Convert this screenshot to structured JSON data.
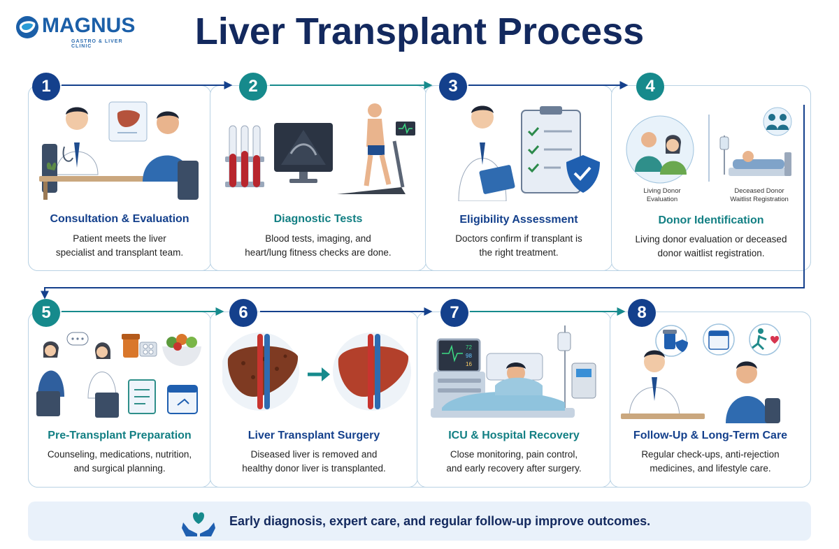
{
  "header": {
    "logo_name": "MAGNUS",
    "logo_subtitle": "GASTRO & LIVER CLINIC",
    "title": "Liver Transplant Process"
  },
  "steps": [
    {
      "number": "1",
      "title": "Consultation & Evaluation",
      "desc_lines": [
        "Patient meets the liver",
        "specialist and transplant team."
      ]
    },
    {
      "number": "2",
      "title": "Diagnostic Tests",
      "desc_lines": [
        "Blood tests, imaging, and",
        "heart/lung fitness checks are done."
      ]
    },
    {
      "number": "3",
      "title": "Eligibility Assessment",
      "desc_lines": [
        "Doctors confirm if transplant is",
        "the right treatment."
      ]
    },
    {
      "number": "4",
      "title": "Donor Identification",
      "desc_lines": [
        "Living donor evaluation or deceased",
        "donor waitlist registration."
      ],
      "sub_labels": [
        {
          "lines": [
            "Living Donor",
            "Evaluation"
          ]
        },
        {
          "lines": [
            "Deceased Donor",
            "Waitlist Registration"
          ]
        }
      ]
    },
    {
      "number": "5",
      "title": "Pre-Transplant Preparation",
      "desc_lines": [
        "Counseling, medications, nutrition,",
        "and surgical planning."
      ]
    },
    {
      "number": "6",
      "title": "Liver Transplant Surgery",
      "desc_lines": [
        "Diseased liver is removed and",
        "healthy donor liver is transplanted."
      ]
    },
    {
      "number": "7",
      "title": "ICU & Hospital Recovery",
      "desc_lines": [
        "Close monitoring, pain control,",
        "and early recovery after surgery."
      ]
    },
    {
      "number": "8",
      "title": "Follow-Up & Long-Term Care",
      "desc_lines": [
        "Regular check-ups, anti-rejection",
        "medicines, and lifestyle care."
      ]
    }
  ],
  "monitor_values": [
    "72",
    "98",
    "16"
  ],
  "footer": {
    "text": "Early diagnosis, expert care, and regular follow-up improve outcomes."
  },
  "colors": {
    "navy": "#14408c",
    "teal": "#168a8c",
    "title": "#13295e",
    "border": "#b9d2e4",
    "banner": "#e9f1fa"
  }
}
